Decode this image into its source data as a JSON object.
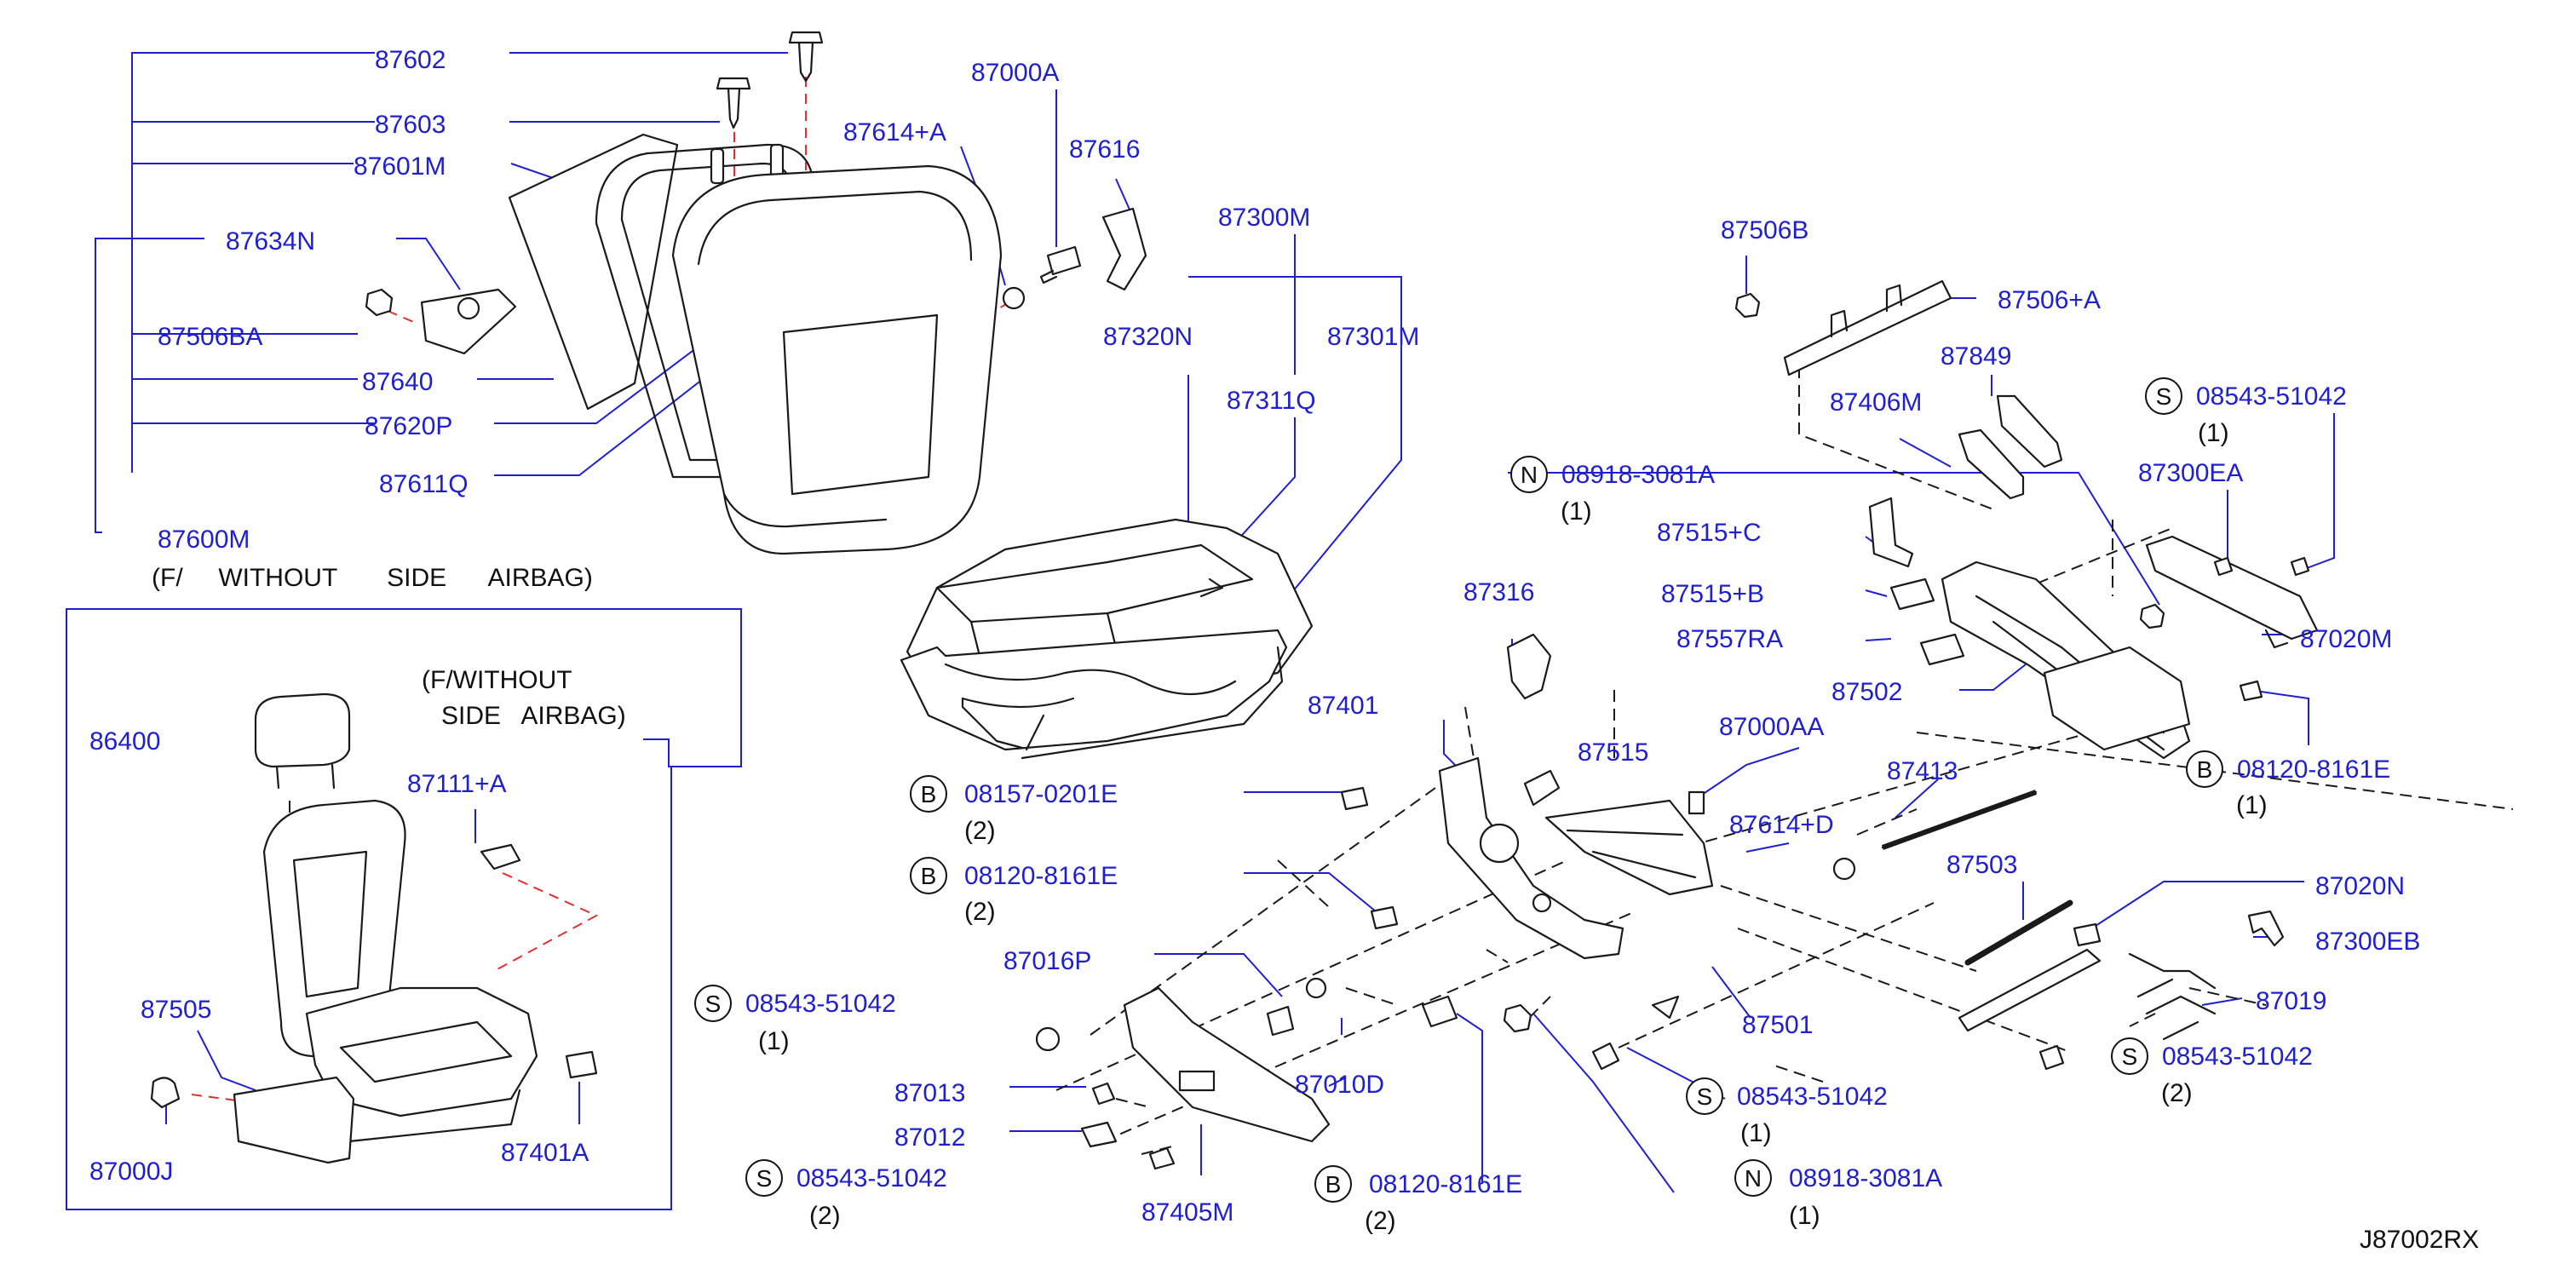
{
  "diagram_code": "J87002RX",
  "parts": {
    "p87602": "87602",
    "p87603": "87603",
    "p87601M": "87601M",
    "p87634N": "87634N",
    "p87506BA": "87506BA",
    "p87640": "87640",
    "p87620P": "87620P",
    "p87611Q": "87611Q",
    "p87600M": "87600M",
    "p87000A": "87000A",
    "p87614A": "87614+A",
    "p87616": "87616",
    "p87300M": "87300M",
    "p87320N": "87320N",
    "p87301M": "87301M",
    "p87311Q": "87311Q",
    "p87506B": "87506B",
    "p87506A": "87506+A",
    "p87849": "87849",
    "p87406M": "87406M",
    "p87300EA": "87300EA",
    "p87515C": "87515+C",
    "p87515B": "87515+B",
    "p87557RA": "87557RA",
    "p87020M": "87020M",
    "p87502": "87502",
    "p87316": "87316",
    "p87401": "87401",
    "p87515": "87515",
    "p87000AA": "87000AA",
    "p87413": "87413",
    "p87614D": "87614+D",
    "p87503": "87503",
    "p87020N": "87020N",
    "p87300EB": "87300EB",
    "p87019": "87019",
    "p87016P": "87016P",
    "p87010D": "87010D",
    "p87013": "87013",
    "p87012": "87012",
    "p87405M": "87405M",
    "p87501": "87501",
    "p86400": "86400",
    "p87111A": "87111+A",
    "p87505": "87505",
    "p87000J": "87000J",
    "p87401A": "87401A"
  },
  "notes": {
    "without_airbag_1": "(F/     WITHOUT       SIDE      AIRBAG)",
    "without_airbag_2a": "(F/WITHOUT",
    "without_airbag_2b": "SIDE   AIRBAG)"
  },
  "fasteners": [
    {
      "prefix": "S",
      "number": "08543-51042",
      "qty": "(1)"
    },
    {
      "prefix": "N",
      "number": "08918-3081A",
      "qty": "(1)"
    },
    {
      "prefix": "B",
      "number": "08120-8161E",
      "qty": "(1)"
    },
    {
      "prefix": "B",
      "number": "08157-0201E",
      "qty": "(2)"
    },
    {
      "prefix": "B",
      "number": "08120-8161E",
      "qty": "(2)"
    },
    {
      "prefix": "S",
      "number": "08543-51042",
      "qty": "(1)"
    },
    {
      "prefix": "S",
      "number": "08543-51042",
      "qty": "(2)"
    },
    {
      "prefix": "S",
      "number": "08543-51042",
      "qty": "(1)"
    },
    {
      "prefix": "S",
      "number": "08543-51042",
      "qty": "(2)"
    },
    {
      "prefix": "B",
      "number": "08120-8161E",
      "qty": "(2)"
    },
    {
      "prefix": "N",
      "number": "08918-3081A",
      "qty": "(1)"
    }
  ]
}
